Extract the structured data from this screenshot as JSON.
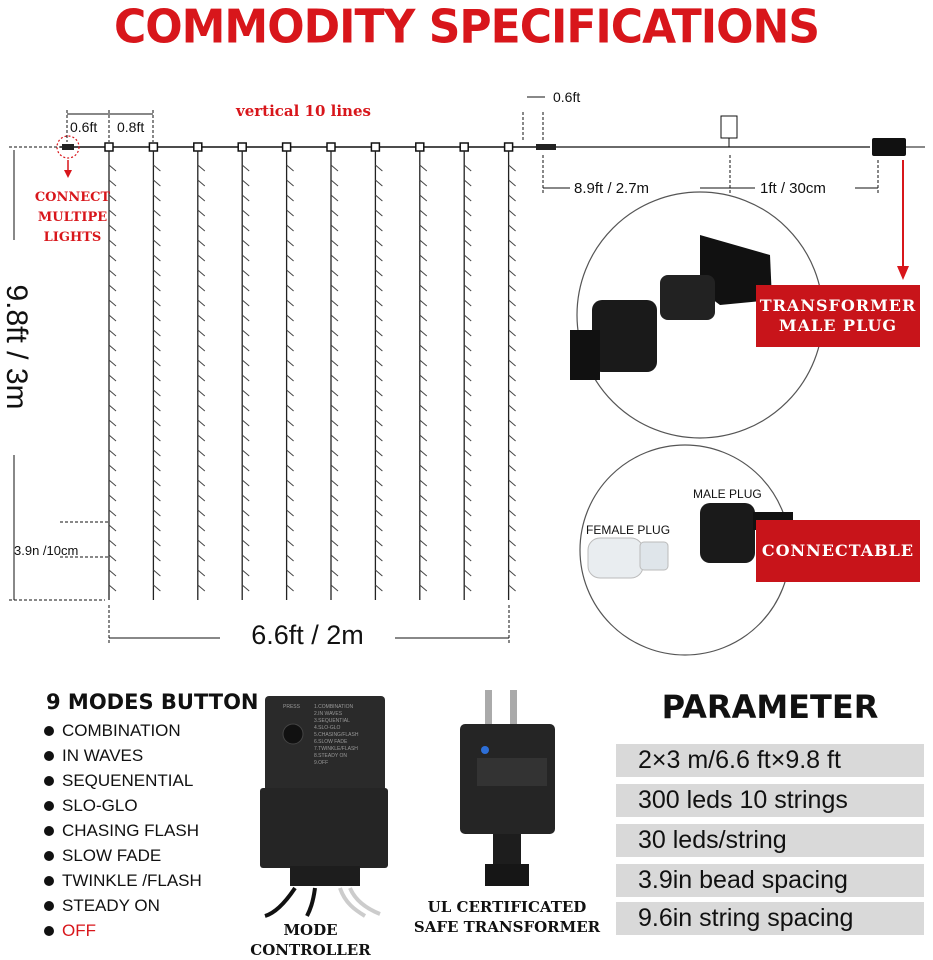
{
  "title": "COMMODITY SPECIFICATIONS",
  "diagram": {
    "vertical_lines_label": "vertical 10 lines",
    "dim_top_left_a": "0.6ft",
    "dim_top_left_b": "0.8ft",
    "dim_top_right": "0.6ft",
    "connect_label_1": "CONNECT",
    "connect_label_2": "MULTIPE LIGHTS",
    "height_label": "9.8ft / 3m",
    "bead_spacing_label": "3.9n /10cm",
    "width_label": "6.6ft / 2m",
    "lead_wire_label": "8.9ft / 2.7m",
    "transformer_wire_label": "1ft / 30cm",
    "transformer_plug_label_1": "TRANSFORMER",
    "transformer_plug_label_2": "MALE PLUG",
    "male_plug_label": "MALE PLUG",
    "female_plug_label": "FEMALE PLUG",
    "connectable_label": "CONNECTABLE",
    "string_count": 10
  },
  "modes": {
    "title": "9 MODES BUTTON",
    "items": [
      "COMBINATION",
      "IN WAVES",
      "SEQUENENTIAL",
      "SLO-GLO",
      "CHASING FLASH",
      "SLOW FADE",
      "TWINKLE /FLASH",
      "STEADY ON",
      "OFF"
    ],
    "controller_caption": "MODE CONTROLLER",
    "controller_press": "PRESS",
    "controller_items": [
      "1.COMBINATION",
      "2.IN WAVES",
      "3.SEQUENTIAL",
      "4.SLO-GLO",
      "5.CHASING/FLASH",
      "6.SLOW FADE",
      "7.TWINKLE/FLASH",
      "8.STEADY ON",
      "9.OFF"
    ]
  },
  "transformer": {
    "caption_1": "UL CERTIFICATED",
    "caption_2": "SAFE TRANSFORMER"
  },
  "parameter": {
    "title": "PARAMETER",
    "rows": [
      "2×3 m/6.6 ft×9.8 ft",
      "300 leds 10 strings",
      "30 leds/string",
      "3.9in bead spacing",
      "9.6in string spacing"
    ]
  },
  "colors": {
    "accent_red": "#d8161b",
    "box_red": "#c8141a",
    "param_bg": "#d9d9d9"
  }
}
